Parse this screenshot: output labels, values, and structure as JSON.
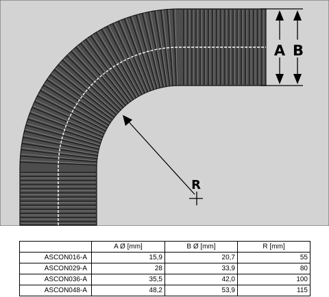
{
  "figure": {
    "label_a": "A",
    "label_b": "B",
    "label_r": "R",
    "colors": {
      "background": "#d3d3d3",
      "hose": "#4d4d4d",
      "rib": "#1a1a1a",
      "highlight": "#8a8a8a",
      "centerline": "#ffffff",
      "dimension": "#000000"
    }
  },
  "table": {
    "headers": [
      "",
      "A Ø [mm]",
      "B Ø [mm]",
      "R [mm]"
    ],
    "rows": [
      [
        "ASCON016-A",
        "15,9",
        "20,7",
        "55"
      ],
      [
        "ASCON029-A",
        "28",
        "33,9",
        "80"
      ],
      [
        "ASCON036-A",
        "35,5",
        "42,0",
        "100"
      ],
      [
        "ASCON048-A",
        "48,2",
        "53,9",
        "115"
      ]
    ]
  }
}
